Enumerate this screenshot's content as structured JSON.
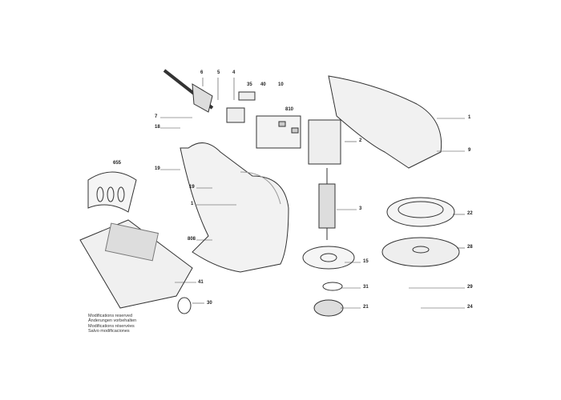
{
  "labels": {
    "l6": "6",
    "l5": "5",
    "l4": "4",
    "l35": "35",
    "l40": "40",
    "l10": "10",
    "l810": "810",
    "l7": "7",
    "l18": "18",
    "l655": "655",
    "l19a": "19",
    "l19b": "19",
    "l1a": "1",
    "l808": "808",
    "l41": "41",
    "l30": "30",
    "l2": "2",
    "l3": "3",
    "l15": "15",
    "l31": "31",
    "l21": "21",
    "l1b": "1",
    "l9": "9",
    "l22": "22",
    "l28": "28",
    "l29": "29",
    "l24": "24"
  },
  "notes": [
    "Modifications reserved",
    "Änderungen vorbehalten",
    "Modifications réservées",
    "Salvo modificaciones"
  ]
}
